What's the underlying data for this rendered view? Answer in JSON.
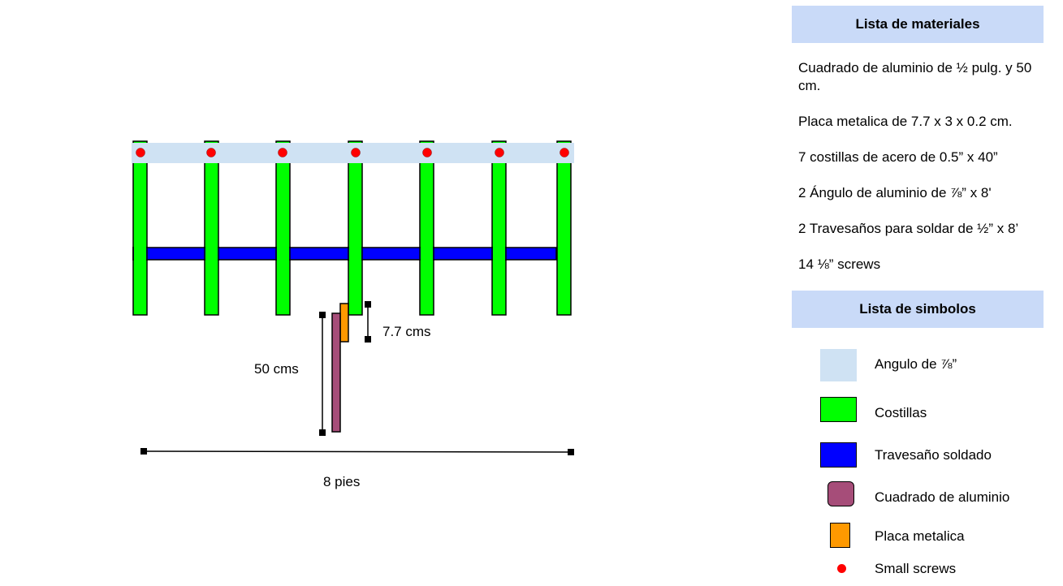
{
  "diagram": {
    "dim_plate": "7.7 cms",
    "dim_square": "50 cms",
    "dim_length": "8 pies"
  },
  "materials": {
    "title": "Lista de materiales",
    "items": [
      "Cuadrado de aluminio de ½ pulg. y 50 cm.",
      "Placa metalica de 7.7 x 3 x 0.2 cm.",
      "7 costillas de acero de 0.5” x 40”",
      "2 Ángulo de aluminio de ⅞” x 8'",
      "2 Travesaños para soldar de ½” x 8’",
      "14 ⅛” screws"
    ]
  },
  "symbols": {
    "title": "Lista de simbolos",
    "items": [
      {
        "label": "Angulo de ⅞”",
        "color": "#cfe2f3"
      },
      {
        "label": "Costillas",
        "color": "#00ff00"
      },
      {
        "label": "Travesaño soldado",
        "color": "#0000ff"
      },
      {
        "label": "Cuadrado de aluminio",
        "color": "#a64d79"
      },
      {
        "label": "Placa metalica",
        "color": "#ff9900"
      },
      {
        "label": "Small screws",
        "color": "#ff0000"
      }
    ]
  }
}
